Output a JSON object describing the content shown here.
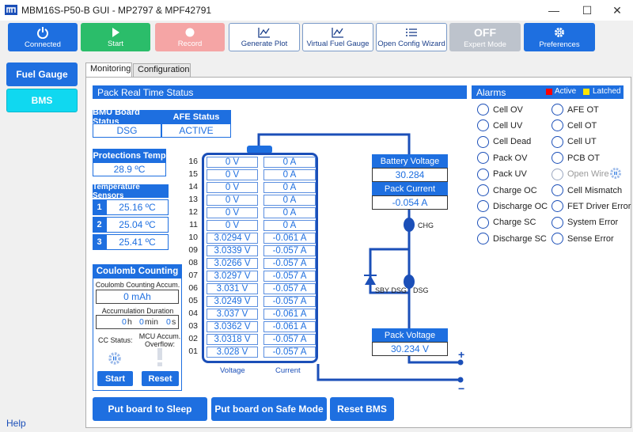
{
  "window": {
    "title": "MBM16S-P50-B GUI - MP2797 & MPF42791"
  },
  "toolbar": {
    "connected": "Connected",
    "start": "Start",
    "record": "Record",
    "generate_plot": "Generate Plot",
    "virtual_fuel_gauge": "Virtual Fuel Gauge",
    "open_config_wizard": "Open Config Wizard",
    "expert_mode_state": "OFF",
    "expert_mode": "Expert Mode",
    "preferences": "Preferences"
  },
  "sidebar": {
    "fuel_gauge": "Fuel Gauge",
    "bms": "BMS",
    "help": "Help"
  },
  "tabs": {
    "monitoring": "Monitoring",
    "configuration": "Configuration"
  },
  "status": {
    "header": "Pack Real Time Status",
    "bmu_board_status_label": "BMU Board Status",
    "bmu_board_status": "DSG",
    "afe_status_label": "AFE Status",
    "afe_status": "ACTIVE",
    "protections_temp_label": "Protections Temp",
    "protections_temp": "28.9 ºC",
    "temperature_sensors_label": "Temperature Sensors",
    "sensors": [
      {
        "num": "1",
        "value": "25.16 ºC"
      },
      {
        "num": "2",
        "value": "25.04 ºC"
      },
      {
        "num": "3",
        "value": "25.41 ºC"
      }
    ]
  },
  "coulomb": {
    "title": "Coulomb Counting",
    "accum_label": "Coulomb Counting Accum.",
    "accum_value": "0 mAh",
    "duration_label": "Accumulation Duration",
    "h_value": "0",
    "h_unit": "h",
    "min_value": "0",
    "min_unit": "min",
    "s_value": "0",
    "s_unit": "s",
    "cc_status_label": "CC Status:",
    "mcu_overflow_label": "MCU Accum. Overflow:",
    "start": "Start",
    "reset": "Reset"
  },
  "cells": {
    "voltage_label": "Voltage",
    "current_label": "Current",
    "rows": [
      {
        "num": "16",
        "v": "0 V",
        "i": "0 A"
      },
      {
        "num": "15",
        "v": "0 V",
        "i": "0 A"
      },
      {
        "num": "14",
        "v": "0 V",
        "i": "0 A"
      },
      {
        "num": "13",
        "v": "0 V",
        "i": "0 A"
      },
      {
        "num": "12",
        "v": "0 V",
        "i": "0 A"
      },
      {
        "num": "11",
        "v": "0 V",
        "i": "0 A"
      },
      {
        "num": "10",
        "v": "3.0294 V",
        "i": "-0.061 A"
      },
      {
        "num": "09",
        "v": "3.0339 V",
        "i": "-0.057 A"
      },
      {
        "num": "08",
        "v": "3.0266 V",
        "i": "-0.057 A"
      },
      {
        "num": "07",
        "v": "3.0297 V",
        "i": "-0.057 A"
      },
      {
        "num": "06",
        "v": "3.031 V",
        "i": "-0.057 A"
      },
      {
        "num": "05",
        "v": "3.0249 V",
        "i": "-0.057 A"
      },
      {
        "num": "04",
        "v": "3.037 V",
        "i": "-0.061 A"
      },
      {
        "num": "03",
        "v": "3.0362 V",
        "i": "-0.061 A"
      },
      {
        "num": "02",
        "v": "3.0318 V",
        "i": "-0.057 A"
      },
      {
        "num": "01",
        "v": "3.028 V",
        "i": "-0.057 A"
      }
    ]
  },
  "pack": {
    "battery_voltage_label": "Battery Voltage",
    "battery_voltage": "30.284",
    "pack_current_label": "Pack Current",
    "pack_current": "-0.054 A",
    "chg_label": "CHG",
    "sby_dsg_label": "SBY DSG",
    "dsg_label": "DSG",
    "pack_voltage_label": "Pack Voltage",
    "pack_voltage": "30.234 V",
    "plus": "+",
    "minus": "−"
  },
  "alarms": {
    "title": "Alarms",
    "active_label": "Active",
    "latched_label": "Latched",
    "active_color": "#ff0000",
    "latched_color": "#ffe600",
    "left": [
      "Cell OV",
      "Cell UV",
      "Cell Dead",
      "Pack OV",
      "Pack UV",
      "Charge OC",
      "Discharge OC",
      "Charge SC",
      "Discharge SC"
    ],
    "right": [
      "AFE OT",
      "Cell OT",
      "Cell UT",
      "PCB OT",
      "Open Wire",
      "Cell Mismatch",
      "FET Driver Error",
      "System Error",
      "Sense Error"
    ]
  },
  "actions": {
    "sleep": "Put board to Sleep",
    "safe_mode": "Put board on Safe Mode",
    "reset_bms": "Reset BMS"
  }
}
